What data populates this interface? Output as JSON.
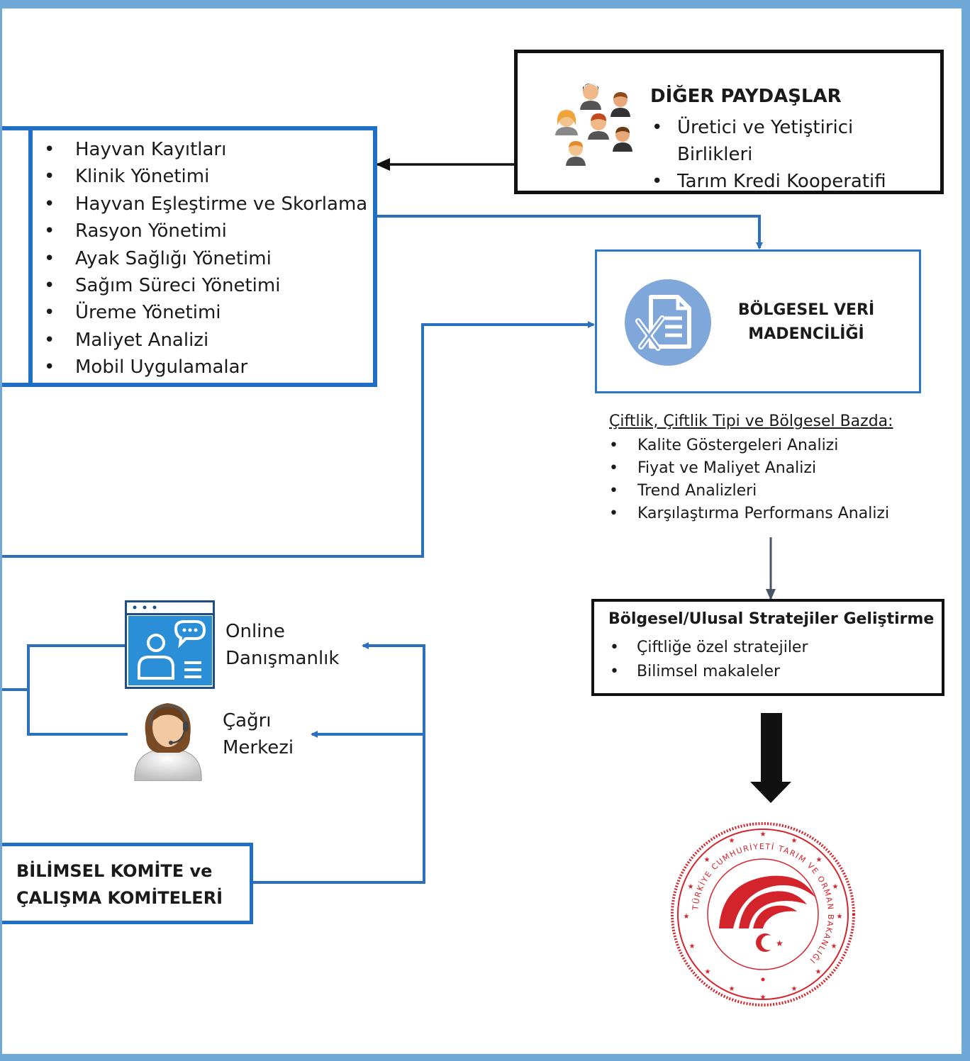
{
  "modules": {
    "items": [
      "Hayvan Kayıtları",
      "Klinik Yönetimi",
      "Hayvan Eşleştirme ve Skorlama",
      "Rasyon Yönetimi",
      "Ayak Sağlığı Yönetimi",
      "Sağım Süreci Yönetimi",
      "Üreme Yönetimi",
      "Maliyet Analizi",
      "Mobil Uygulamalar"
    ]
  },
  "stakeholders": {
    "title": "DİĞER PAYDAŞLAR",
    "items": [
      "Üretici ve Yetiştirici Birlikleri",
      "Tarım Kredi Kooperatifi"
    ]
  },
  "mining": {
    "title_line1": "BÖLGESEL VERİ",
    "title_line2": "MADENCİLİĞİ"
  },
  "analysis": {
    "heading": "Çiftlik, Çiftlik Tipi ve Bölgesel Bazda:",
    "items": [
      "Kalite Göstergeleri Analizi",
      "Fiyat ve Maliyet Analizi",
      "Trend Analizleri",
      "Karşılaştırma Performans Analizi"
    ]
  },
  "strategy": {
    "title": "Bölgesel/Ulusal Stratejiler Geliştirme",
    "items": [
      "Çiftliğe özel stratejiler",
      "Bilimsel makaleler"
    ]
  },
  "support": {
    "online_line1": "Online",
    "online_line2": "Danışmanlık",
    "call_line1": "Çağrı",
    "call_line2": "Merkezi"
  },
  "committee": {
    "line1": "BİLİMSEL KOMİTE ve",
    "line2": "ÇALIŞMA KOMİTELERİ"
  },
  "seal": {
    "ring_text": "TÜRKİYE CUMHURİYETİ TARIM VE ORMAN BAKANLIĞI"
  },
  "colors": {
    "blue": "#1f6fc4",
    "frame": "#6fa8d6",
    "seal_red": "#d3242c",
    "icon_blue": "#7fa7d9"
  }
}
